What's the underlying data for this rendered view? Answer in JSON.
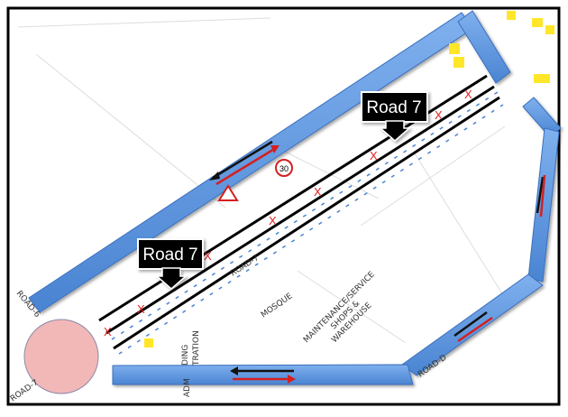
{
  "callouts": [
    {
      "label": "Road 7"
    },
    {
      "label": "Road 7"
    }
  ],
  "speed_sign": "30",
  "labels": {
    "road_6": "ROAD-6",
    "road_7_left": "ROAD-7",
    "road_d": "ROAD-D",
    "road_7_center": "ROAD-7",
    "mosque": "MOSQUE",
    "maintenance_line1": "MAINTENANCE/SERVICE",
    "maintenance_line2": "SHOPS &",
    "maintenance_line3": "WAREHOUSE",
    "building_admin_1": "DING",
    "building_admin_2": "TRATION",
    "building_admin_3": "ADM"
  },
  "colors": {
    "road_band": "#5b93dc",
    "closure_x": "#e02020",
    "arrow_red": "#d42020",
    "arrow_black": "#111111",
    "roundabout": "#f2b8b8",
    "callout_bg": "#000000"
  }
}
